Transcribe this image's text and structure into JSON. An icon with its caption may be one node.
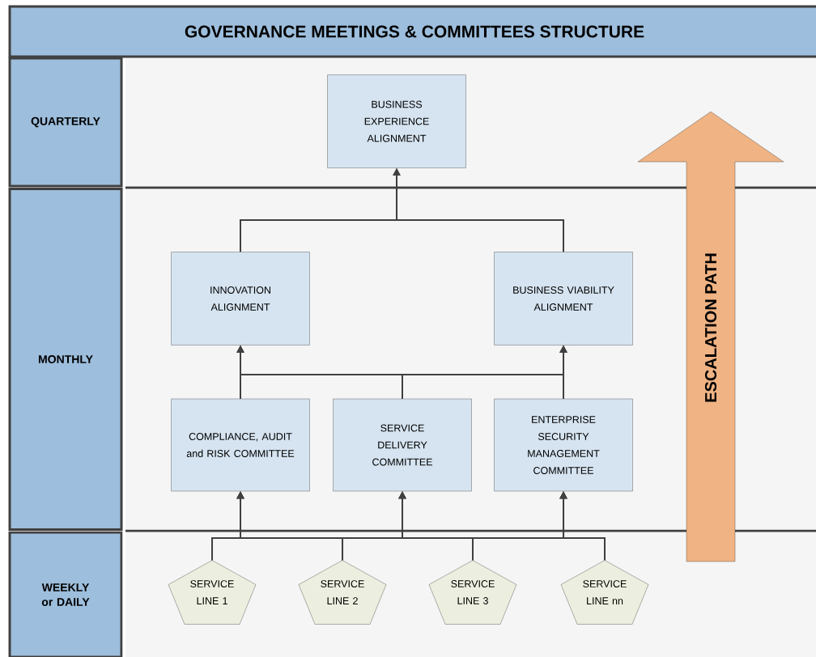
{
  "diagram": {
    "title": "GOVERNANCE MEETINGS & COMMITTEES STRUCTURE",
    "nodes": [
      {
        "text": [
          "QUARTERLY"
        ]
      },
      {
        "text": [
          "MONTHLY"
        ]
      },
      {
        "text": [
          "WEEKLY or DAILY"
        ]
      },
      {
        "text": [
          "BUSINESS EXPERIENCE ALIGNMENT"
        ]
      },
      {
        "text": [
          "INNOVATION ALIGNMENT"
        ]
      },
      {
        "text": [
          "BUSINESS VIABILITY ALIGNMENT"
        ]
      },
      {
        "text": [
          "COMPLIANCE, AUDIT and RISK COMMITTEE"
        ]
      },
      {
        "text": [
          "SERVICE DELIVERY COMMITTEE"
        ]
      },
      {
        "text": [
          "ENTERPRISE SECURITY MANAGEMENT COMMITTEE"
        ]
      },
      {
        "text": [
          "SERVICE LINE 1"
        ]
      },
      {
        "text": [
          "SERVICE LINE 2"
        ]
      },
      {
        "text": [
          "SERVICE LINE 3"
        ]
      },
      {
        "text": [
          "SERVICE LINE nn"
        ]
      },
      {
        "text": [
          "ESCALATION PATH"
        ]
      }
    ],
    "edges": [
      {
        "from": 4,
        "to": 3,
        "arrow": "to"
      },
      {
        "from": 5,
        "to": 3,
        "arrow": "to"
      },
      {
        "from": 6,
        "to": 4,
        "arrow": "to"
      },
      {
        "from": 7,
        "to": 4,
        "arrow": "to"
      },
      {
        "from": 8,
        "to": 4,
        "arrow": "to"
      },
      {
        "from": 6,
        "to": 5,
        "arrow": "to"
      },
      {
        "from": 7,
        "to": 5,
        "arrow": "to"
      },
      {
        "from": 8,
        "to": 5,
        "arrow": "to"
      },
      {
        "from": 9,
        "to": 6,
        "arrow": "to"
      },
      {
        "from": 10,
        "to": 6,
        "arrow": "to"
      },
      {
        "from": 11,
        "to": 6,
        "arrow": "to"
      },
      {
        "from": 12,
        "to": 6,
        "arrow": "to"
      },
      {
        "from": 9,
        "to": 7,
        "arrow": "to"
      },
      {
        "from": 10,
        "to": 7,
        "arrow": "to"
      },
      {
        "from": 11,
        "to": 7,
        "arrow": "to"
      },
      {
        "from": 12,
        "to": 7,
        "arrow": "to"
      },
      {
        "from": 9,
        "to": 8,
        "arrow": "to"
      },
      {
        "from": 10,
        "to": 8,
        "arrow": "to"
      },
      {
        "from": 11,
        "to": 8,
        "arrow": "to"
      },
      {
        "from": 12,
        "to": 8,
        "arrow": "to"
      }
    ]
  }
}
